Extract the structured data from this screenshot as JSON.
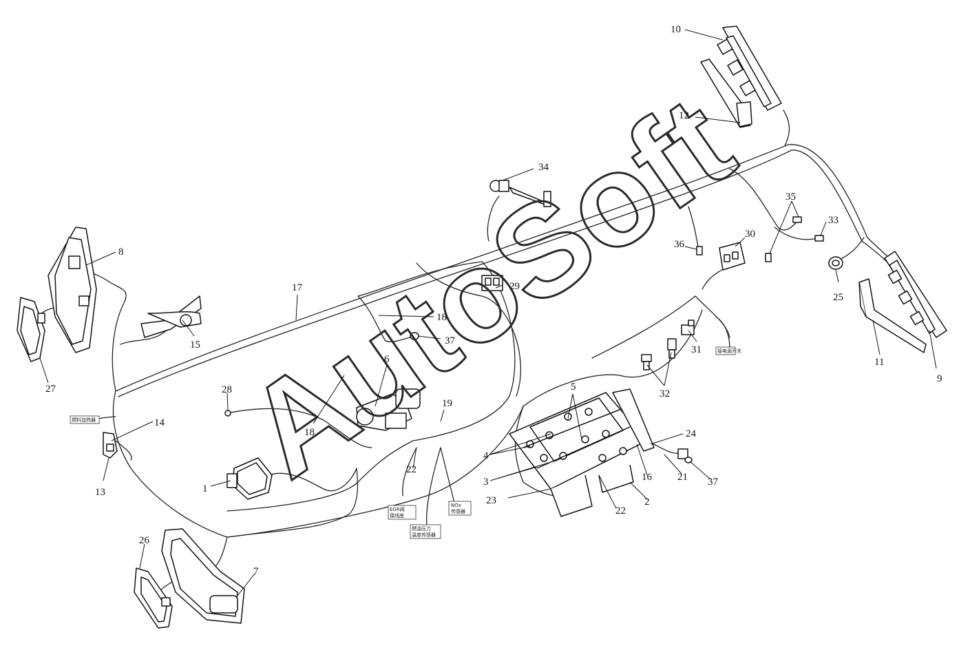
{
  "watermark": "AutoSoft",
  "callouts": {
    "n1": "1",
    "n2": "2",
    "n3": "3",
    "n4": "4",
    "n5": "5",
    "n6": "6",
    "n7": "7",
    "n8": "8",
    "n9": "9",
    "n10": "10",
    "n11": "11",
    "n12": "12",
    "n13": "13",
    "n14": "14",
    "n15": "15",
    "n16": "16",
    "n17": "17",
    "n18a": "18",
    "n18b": "18",
    "n19": "19",
    "n21": "21",
    "n22a": "22",
    "n22b": "22",
    "n23": "23",
    "n24": "24",
    "n25": "25",
    "n26": "26",
    "n27": "27",
    "n28": "28",
    "n29": "29",
    "n30": "30",
    "n31": "31",
    "n32": "32",
    "n33": "33",
    "n34": "34",
    "n35": "35",
    "n36": "36",
    "n37a": "37",
    "n37b": "37"
  },
  "tags": {
    "t1": "燃料加热器",
    "t2a": "EGR阀",
    "t2b": "接线座",
    "t3a": "燃油压力",
    "t3b": "温度传感器",
    "t4a": "NOx",
    "t4b": "传感器",
    "t5": "接电源开关"
  }
}
